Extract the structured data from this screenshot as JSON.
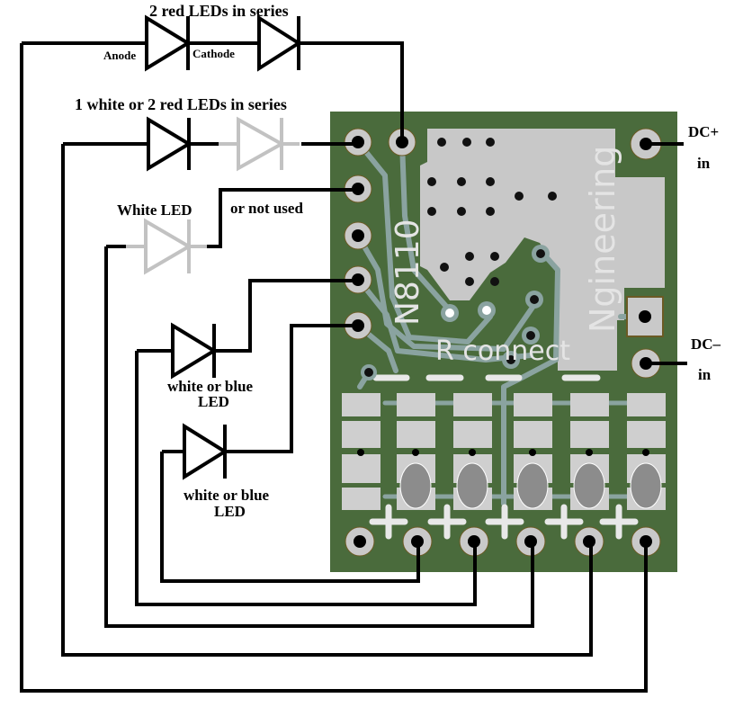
{
  "title": "N8110 LED driver board wiring diagram",
  "labels": {
    "top_string": "2 red LEDs in series",
    "anode": "Anode",
    "cathode": "Cathode",
    "second_string": "1 white or 2 red LEDs in series",
    "white_led": "White LED",
    "or_not_used": "or not used",
    "white_blue_1_line1": "white or blue",
    "white_blue_1_line2": "LED",
    "white_blue_2_line1": "white or blue",
    "white_blue_2_line2": "LED",
    "dc_plus": "DC+",
    "dc_plus_in": "in",
    "dc_minus": "DC–",
    "dc_minus_in": "in"
  },
  "board": {
    "model": "N8110",
    "brand": "Ngineering",
    "r_connect": "R connect",
    "plus_marks": [
      "+",
      "+",
      "+",
      "+",
      "+"
    ],
    "colors": {
      "pcb": "#4a6b3c",
      "copper_pour": "#c8c8c8",
      "trace": "#8aa3a0",
      "pad": "#cfcfcf",
      "oval": "#8c8c8c",
      "silkscreen": "#e8e8e8"
    }
  },
  "leds": [
    {
      "id": "top-led-1",
      "string": "2 red LEDs in series",
      "style": "solid"
    },
    {
      "id": "top-led-2",
      "string": "2 red LEDs in series",
      "style": "solid"
    },
    {
      "id": "second-led-1",
      "string": "1 white or 2 red LEDs in series",
      "style": "solid"
    },
    {
      "id": "second-led-2",
      "string": "1 white or 2 red LEDs in series",
      "style": "optional"
    },
    {
      "id": "white-led",
      "string": "White LED or not used",
      "style": "optional"
    },
    {
      "id": "wb-led-1",
      "string": "white or blue LED",
      "style": "solid"
    },
    {
      "id": "wb-led-2",
      "string": "white or blue LED",
      "style": "solid"
    }
  ]
}
